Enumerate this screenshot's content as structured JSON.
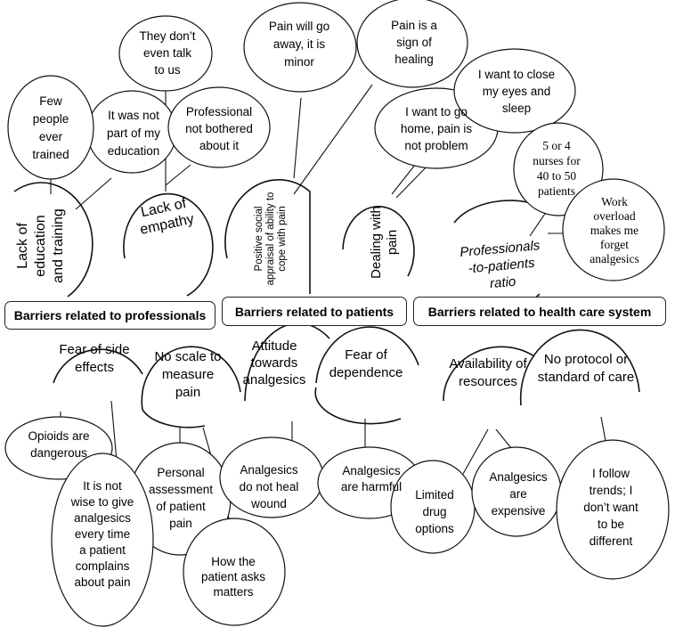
{
  "categories": {
    "professionals": "Barriers related to professionals",
    "patients": "Barriers related to patients",
    "health_system": "Barriers related to health care system"
  },
  "themes": {
    "lack_education": [
      "Lack of",
      "education",
      "and training"
    ],
    "lack_empathy": [
      "Lack of",
      "empathy"
    ],
    "positive_social": [
      "Positive social",
      "appraisal of ability to",
      "cope with pain"
    ],
    "dealing_pain": [
      "Dealing with",
      "pain"
    ],
    "professionals_ratio": [
      "Professionals",
      "-to-patients",
      "ratio"
    ],
    "fear_side": [
      "Fear of side",
      "effects"
    ],
    "no_scale": [
      "No scale to",
      "measure",
      "pain"
    ],
    "attitude": [
      "Attitude",
      "towards",
      "analgesics"
    ],
    "fear_dependence": [
      "Fear of",
      "dependence"
    ],
    "availability": [
      "Availability of",
      "resources"
    ],
    "no_protocol": [
      "No protocol or",
      "standard of care"
    ]
  },
  "quotes": {
    "few_people": [
      "Few",
      "people",
      "ever",
      "trained"
    ],
    "not_part": [
      "It was not",
      "part of my",
      "education"
    ],
    "dont_talk": [
      "They don’t",
      "even talk",
      "to us"
    ],
    "not_bothered": [
      "Professional",
      "not bothered",
      "about it"
    ],
    "go_away": [
      "Pain will go",
      "away, it is",
      "minor"
    ],
    "sign_healing": [
      "Pain is a",
      "sign of",
      "healing"
    ],
    "close_eyes": [
      "I want to close",
      "my eyes and",
      "sleep"
    ],
    "go_home": [
      "I want to go",
      "home, pain is",
      "not problem"
    ],
    "nurses": [
      "5 or 4",
      "nurses for",
      "40 to 50",
      "patients"
    ],
    "workload": [
      "Work",
      "overload",
      "makes me",
      "forget",
      "analgesics"
    ],
    "opioids": [
      "Opioids are",
      "dangerous"
    ],
    "not_wise": [
      "It is not",
      "wise to give",
      "analgesics",
      "every time",
      "a patient",
      "complains",
      "about pain"
    ],
    "personal": [
      "Personal",
      "assessment",
      "of patient",
      "pain"
    ],
    "how_asks": [
      "How the",
      "patient asks",
      "matters"
    ],
    "no_heal": [
      "Analgesics",
      "do not heal",
      "wound"
    ],
    "harmful": [
      "Analgesics",
      "are harmful"
    ],
    "limited": [
      "Limited",
      "drug",
      "options"
    ],
    "expensive": [
      "Analgesics",
      "are",
      "expensive"
    ],
    "trends": [
      "I follow",
      "trends; I",
      "don’t want",
      "to be",
      "different"
    ]
  }
}
